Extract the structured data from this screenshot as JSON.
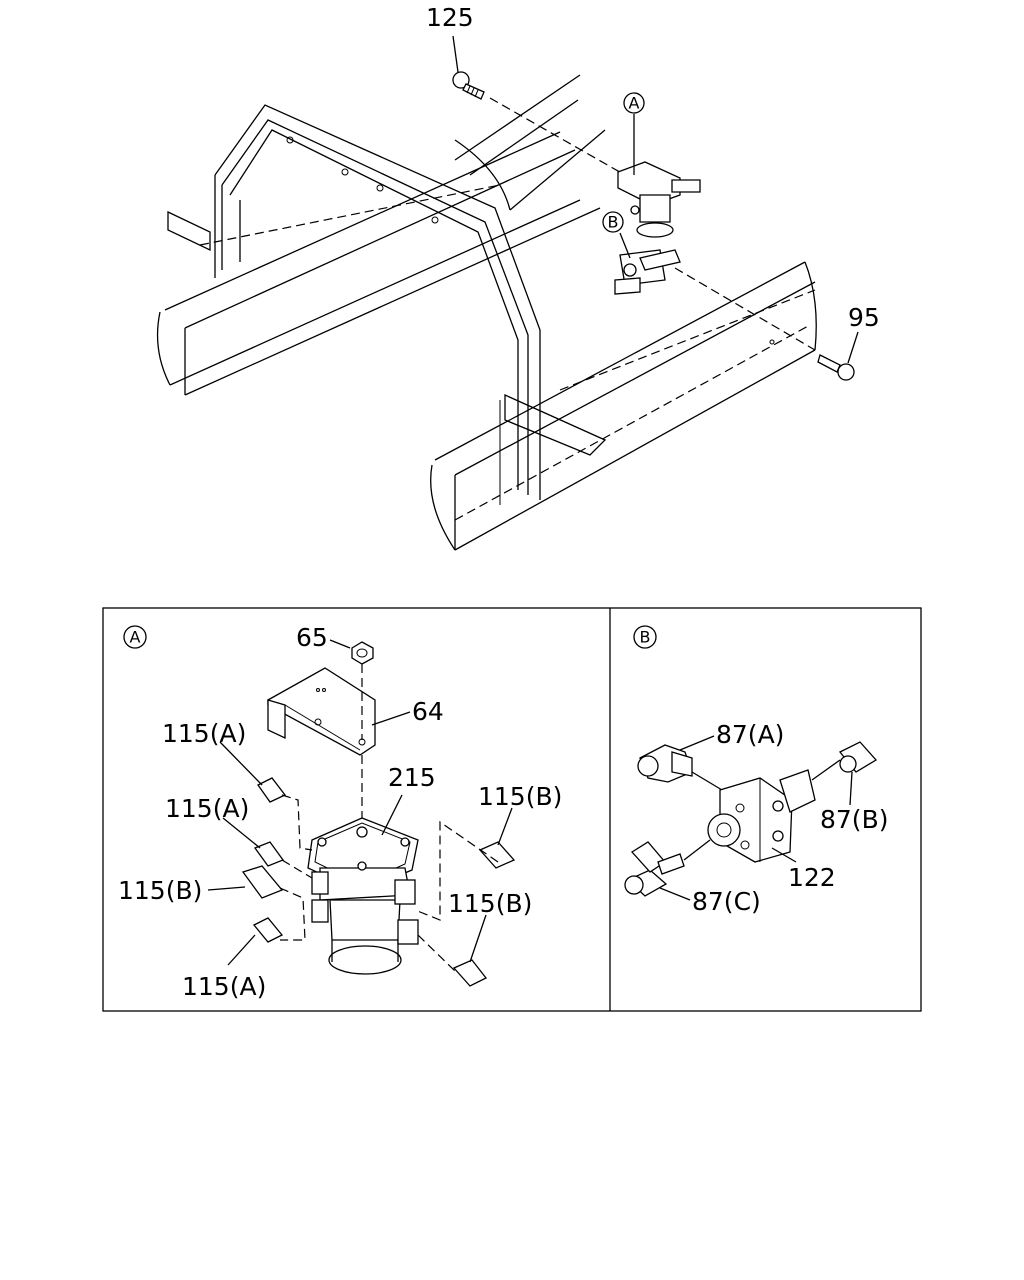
{
  "callouts": {
    "bolt_top": "125",
    "bolt_right": "95",
    "nut": "65",
    "bracket": "64",
    "valve": "215",
    "tee": "122",
    "adapter_a1": "115(A)",
    "adapter_a2": "115(A)",
    "adapter_a3": "115(A)",
    "adapter_b1": "115(B)",
    "adapter_b2": "115(B)",
    "adapter_b3": "115(B)",
    "fitting_a": "87(A)",
    "fitting_b": "87(B)",
    "fitting_c": "87(C)"
  },
  "markers": {
    "a": "A",
    "b": "B"
  }
}
